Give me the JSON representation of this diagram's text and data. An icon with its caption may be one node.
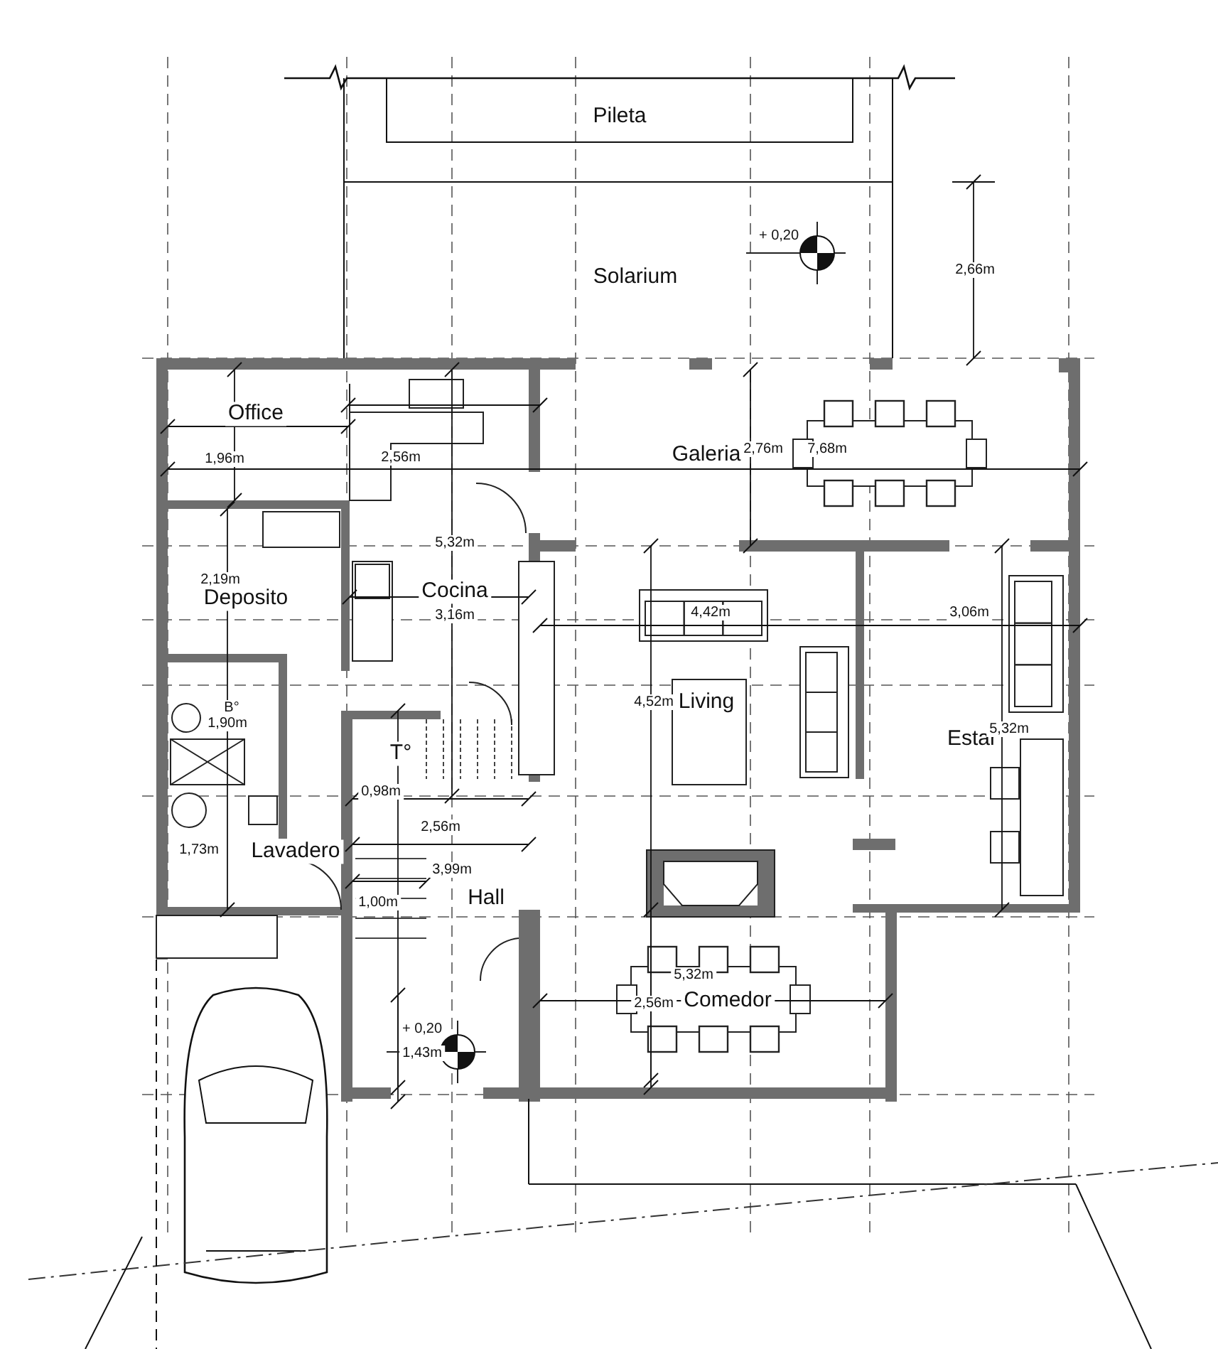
{
  "diagram": {
    "labels": [
      "Pileta",
      "+ 0,20",
      "2,66m",
      "Solarium",
      "Office",
      "1,96m",
      "2,56m",
      "Galeria",
      "2,76m",
      "7,68m",
      "5,32m",
      "2,19m",
      "Deposito",
      "Cocina",
      "3,16m",
      "4,42m",
      "3,06m",
      "B°",
      "1,90m",
      "4,52m",
      "Living",
      "Estar",
      "5,32m",
      "T°",
      "0,98m",
      "2,56m",
      "1,73m",
      "Lavadero",
      "3,99m",
      "1,00m",
      "Hall",
      "5,32m",
      "2,56m",
      "Comedor",
      "+ 0,20",
      "1,43m"
    ]
  }
}
